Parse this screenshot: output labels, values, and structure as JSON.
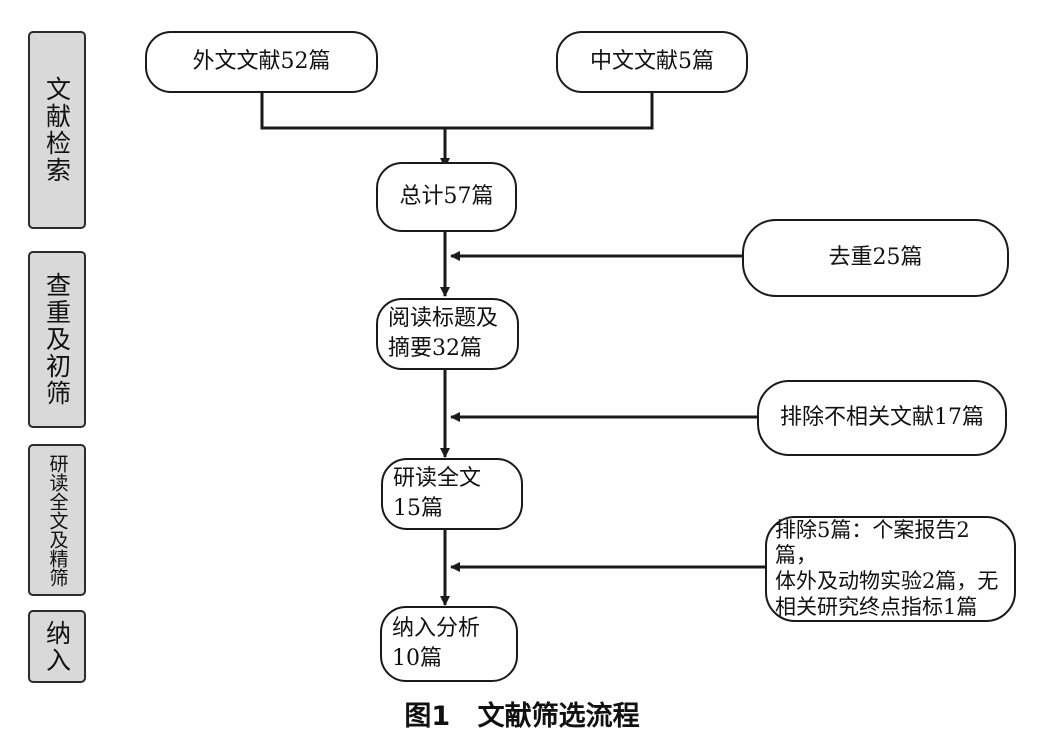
{
  "stages": [
    {
      "label": "文献检索"
    },
    {
      "label": "查重及初筛"
    },
    {
      "label": "研读全文及精筛"
    },
    {
      "label": "纳入"
    }
  ],
  "boxes": {
    "foreign": "外文文献52篇",
    "chinese": "中文文献5篇",
    "total": "总计57篇",
    "dedup": "去重25篇",
    "title_abstract_line1": "阅读标题及",
    "title_abstract_line2": "摘要32篇",
    "exclude_irrelevant": "排除不相关文献17篇",
    "fulltext_line1": "研读全文",
    "fulltext_line2": "15篇",
    "exclude_detail_line1": "排除5篇：个案报告2篇，",
    "exclude_detail_line2": "体外及动物实验2篇，无",
    "exclude_detail_line3": "相关研究终点指标1篇",
    "included_line1": "纳入分析",
    "included_line2": "10篇"
  },
  "caption": "图1 文献筛选流程",
  "colors": {
    "line": "#1a1a1a",
    "stage_fill": "#d9d9d9",
    "background": "#ffffff"
  }
}
